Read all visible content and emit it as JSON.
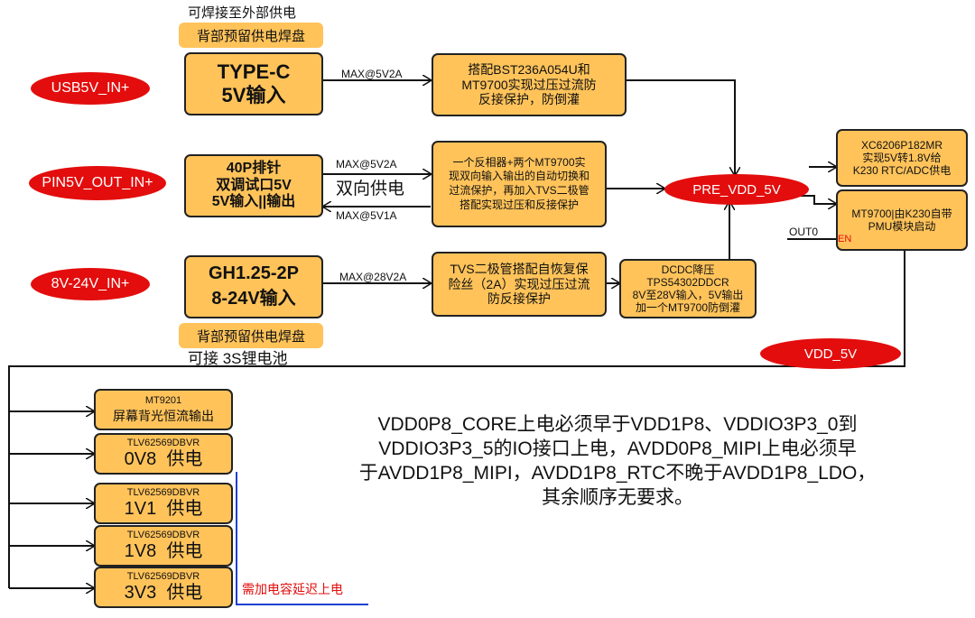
{
  "inputs": {
    "usb": "USB5V_IN+",
    "pin": "PIN5V_OUT_IN+",
    "v8_24": "8V-24V_IN+"
  },
  "top_note": "可焊接至外部供电",
  "pad_top": "背部预留供电焊盘",
  "pad_bottom": "背部预留供电焊盘",
  "bottom_note": "可接 3S锂电池",
  "typec": {
    "line1": "TYPE-C",
    "line2": "5V输入"
  },
  "pin40": {
    "line1": "40P排针",
    "line2": "双调试口5V",
    "line3": "5V输入||输出"
  },
  "gh": {
    "line1": "GH1.25-2P",
    "line2": "8-24V输入"
  },
  "wire_labels": {
    "typec_max": "MAX@5V2A",
    "pin_max_out": "MAX@5V2A",
    "bidir": "双向供电",
    "pin_max_in": "MAX@5V1A",
    "gh_max": "MAX@28V2A",
    "out0": "OUT0",
    "en": "EN"
  },
  "prot1": {
    "line1": "搭配BST236A054U和",
    "line2": "MT9700实现过压过流防",
    "line3": "反接保护，防倒灌"
  },
  "prot2": {
    "line1": "一个反相器+两个MT9700实",
    "line2": "现双向输入输出的自动切换和",
    "line3": "过流保护，再加入TVS二极管",
    "line4": "搭配实现过压和反接保护"
  },
  "prot3": {
    "line1": "TVS二极管搭配自恢复保",
    "line2": "险丝（2A）实现过压过流",
    "line3": "防反接保护"
  },
  "dcdc": {
    "line1": "DCDC降压",
    "line2": "TPS54302DDCR",
    "line3": "8V至28V输入，5V输出",
    "line4": "加一个MT9700防倒灌"
  },
  "pre_vdd": "PRE_VDD_5V",
  "xc": {
    "line1": "XC6206P182MR",
    "line2": "实现5V转1.8V给",
    "line3": "K230 RTC/ADC供电"
  },
  "mt": {
    "line1": "MT9700|由K230自带",
    "line2": "PMU模块启动"
  },
  "vdd5v": "VDD_5V",
  "rails": [
    {
      "part": "MT9201",
      "label": "屏幕背光恒流输出"
    },
    {
      "part": "TLV62569DBVR",
      "label": "0V8  供电"
    },
    {
      "part": "TLV62569DBVR",
      "label": "1V1  供电"
    },
    {
      "part": "TLV62569DBVR",
      "label": "1V8  供电"
    },
    {
      "part": "TLV62569DBVR",
      "label": "3V3  供电"
    }
  ],
  "delay_note": "需加电容延迟上电",
  "sequence_note": {
    "line1": "VDD0P8_CORE上电必须早于VDD1P8、VDDIO3P3_0到",
    "line2": "VDDIO3P3_5的IO接口上电，AVDD0P8_MIPI上电必须早",
    "line3": "于AVDD1P8_MIPI，AVDD1P8_RTC不晚于AVDD1P8_LDO，",
    "line4": "其余顺序无要求。"
  },
  "colors": {
    "box_fill": "#ffc35a",
    "ellipse": "#e30d0d",
    "bracket": "#1f3fd1",
    "delay_text": "#e30d0d"
  }
}
